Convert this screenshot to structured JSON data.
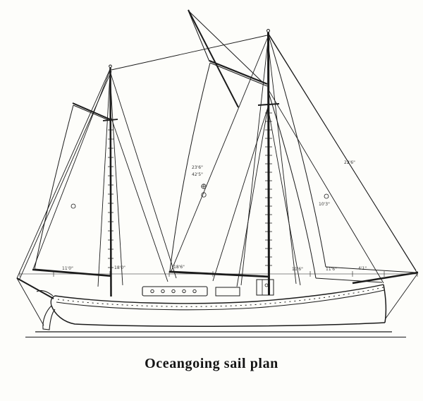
{
  "page": {
    "caption": "Oceangoing sail plan",
    "paper_color": "#fdfdfa",
    "ink_color": "#1b1b1b"
  },
  "annotations": [
    {
      "text": "11'0\""
    },
    {
      "text": "18'0\""
    },
    {
      "text": "18'6\""
    },
    {
      "text": "11'6\""
    },
    {
      "text": "11'6\""
    },
    {
      "text": "4'1\""
    },
    {
      "text": "23'6\""
    },
    {
      "text": "42'5\""
    },
    {
      "text": "10'3\""
    },
    {
      "text": "22'6\""
    }
  ]
}
